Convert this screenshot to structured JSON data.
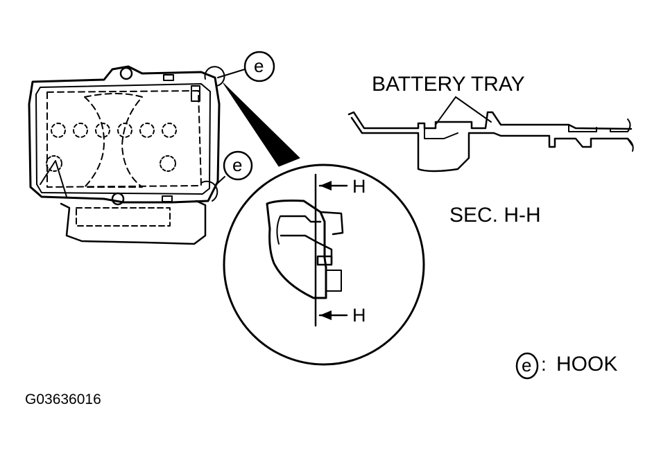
{
  "callouts": {
    "hook_letter": "e"
  },
  "labels": {
    "battery_tray": "BATTERY TRAY",
    "section_marker": "H",
    "section_title": "SEC. H-H",
    "legend_separator": ":",
    "legend_text": "HOOK",
    "figure_code": "G03636016"
  }
}
